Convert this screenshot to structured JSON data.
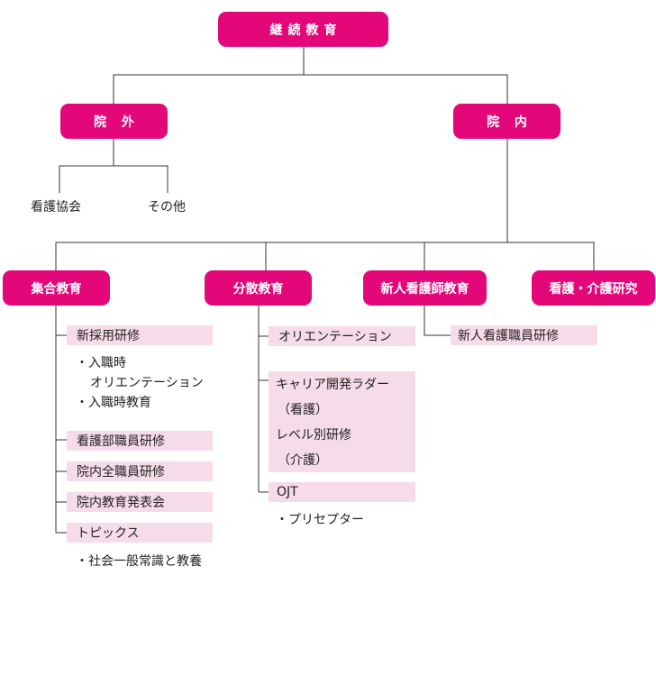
{
  "root": "継続教育",
  "level1": {
    "outside": "院 外",
    "inside": "院 内"
  },
  "outside_items": [
    "看護協会",
    "その他"
  ],
  "inside_categories": [
    "集合教育",
    "分散教育",
    "新人看護師教育",
    "看護・介護研究"
  ],
  "group_training": {
    "new_hire": "新採用研修",
    "new_hire_notes": [
      "・入職時",
      "オリエンテーション",
      "・入職時教育"
    ],
    "nursing_staff": "看護部職員研修",
    "all_staff": "院内全職員研修",
    "presentation": "院内教育発表会",
    "topics": "トピックス",
    "topics_note": "・社会一般常識と教養"
  },
  "distributed": {
    "orientation": "オリエンテーション",
    "career_ladder": [
      "キャリア開発ラダー",
      "（看護）",
      "レベル別研修",
      "（介護）"
    ],
    "ojt": "OJT",
    "ojt_note": "・プリセプター"
  },
  "new_nurse": {
    "training": "新人看護職員研修"
  },
  "colors": {
    "primary": "#e3077a",
    "light": "#f6dbe8",
    "line": "#333333"
  }
}
